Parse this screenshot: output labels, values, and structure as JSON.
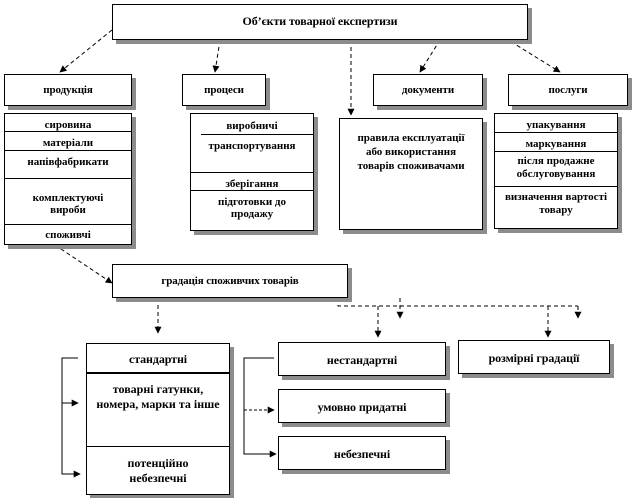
{
  "diagram": {
    "root": "Об’єкти товарної експертизи",
    "categories": {
      "products": {
        "title": "продукція",
        "items": [
          "сировина",
          "матеріали",
          "напівфабрикати",
          "комплектуючі вироби",
          "споживчі"
        ]
      },
      "processes": {
        "title": "процеси",
        "items": [
          "виробничі",
          "транспортування",
          "зберігання",
          "підготовки до продажу"
        ]
      },
      "documents": {
        "title": "документи",
        "items": [
          "правила експлуатації або використання товарів споживачами"
        ]
      },
      "services": {
        "title": "послуги",
        "items": [
          "упакування",
          "маркування",
          "після продажне обслуговування",
          "визначення вартості товару"
        ]
      }
    },
    "gradation": {
      "title": "градація споживчих товарів",
      "standard": {
        "title": "стандартні",
        "items": [
          "товарні гатунки, номера, марки та інше",
          "потенційно небезпечні"
        ]
      },
      "nonstandard": {
        "title": "нестандартні",
        "items": [
          "умовно придатні",
          "небезпечні"
        ]
      },
      "size": {
        "title": "розмірні градації"
      }
    }
  }
}
